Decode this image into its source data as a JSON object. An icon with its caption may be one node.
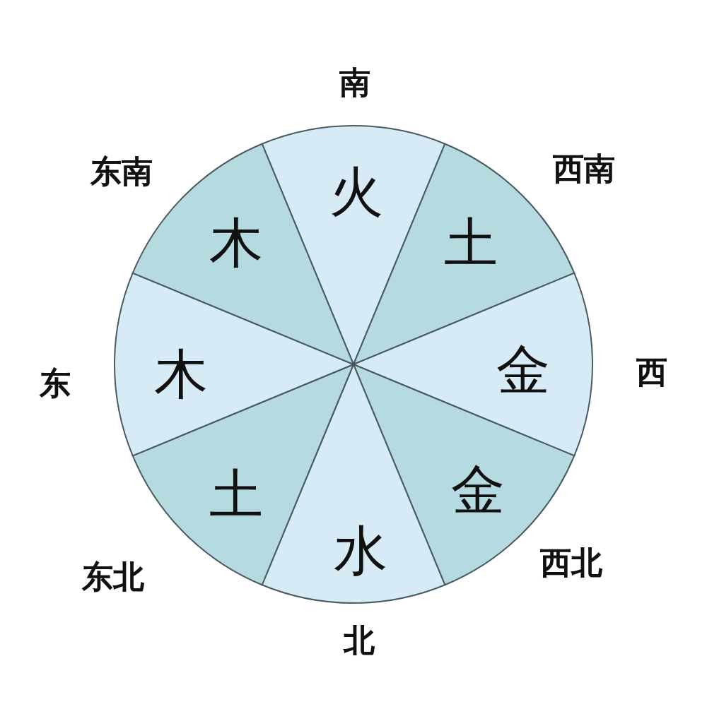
{
  "diagram": {
    "nodes": [
      {
        "text": [
          "火"
        ],
        "beside": [
          "南"
        ]
      },
      {
        "text": [
          "土"
        ],
        "beside": [
          "西南"
        ]
      },
      {
        "text": [
          "金"
        ],
        "beside": [
          "西"
        ]
      },
      {
        "text": [
          "金"
        ],
        "beside": [
          "西北"
        ]
      },
      {
        "text": [
          "水"
        ],
        "beside": [
          "北"
        ]
      },
      {
        "text": [
          "土"
        ],
        "beside": [
          "东北"
        ]
      },
      {
        "text": [
          "木"
        ],
        "beside": [
          "东"
        ]
      },
      {
        "text": [
          "木"
        ],
        "beside": [
          "东南"
        ]
      }
    ]
  }
}
